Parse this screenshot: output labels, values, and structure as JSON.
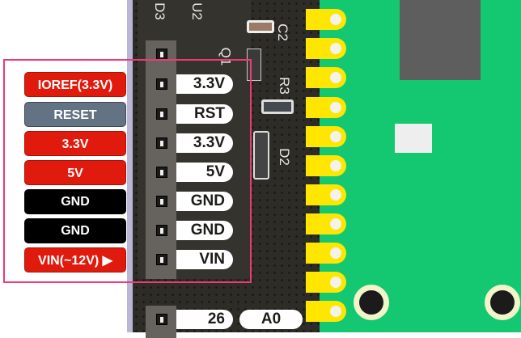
{
  "left_labels": [
    {
      "text": "IOREF(3.3V)",
      "color": "#e01b0e"
    },
    {
      "text": "RESET",
      "color": "#647384"
    },
    {
      "text": "3.3V",
      "color": "#e01b0e"
    },
    {
      "text": "5V",
      "color": "#e01b0e"
    },
    {
      "text": "GND",
      "color": "#000000"
    },
    {
      "text": "GND",
      "color": "#000000"
    },
    {
      "text": "VIN(~12V) ▶",
      "color": "#e01b0e"
    }
  ],
  "pin_labels": [
    "3.3V",
    "RST",
    "3.3V",
    "5V",
    "GND",
    "GND",
    "VIN"
  ],
  "bottom_labels": {
    "pin": "26",
    "alt": "A0"
  },
  "silkscreen": {
    "d3": "D3",
    "u2": "U2",
    "c2": "C2",
    "q1": "Q1",
    "r3": "R3",
    "d2": "D2"
  },
  "colors": {
    "highlight": "#ee3a76",
    "board": "#2e2c27",
    "module": "#13c870",
    "pad": "#ffe600"
  }
}
